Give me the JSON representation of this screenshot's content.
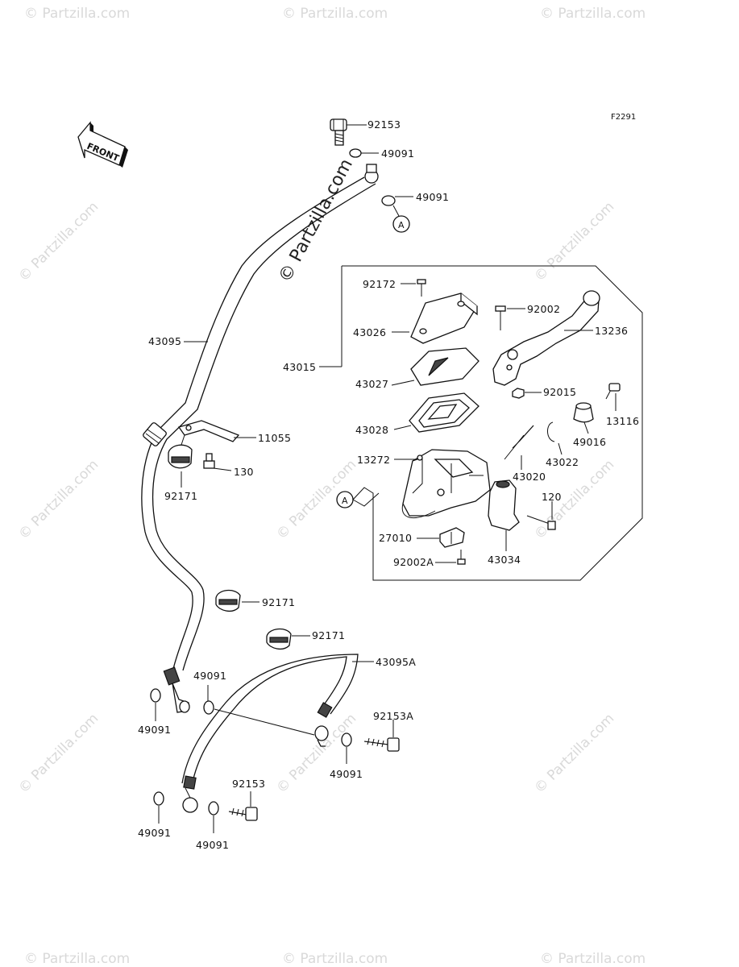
{
  "figure_code": "F2291",
  "front_label": "FRONT",
  "watermark": "© Partzilla.com",
  "watermark_center": "© Partzilla.com",
  "callout_marker": "A",
  "labels": {
    "p92153_top": "92153",
    "p49091_a": "49091",
    "p49091_b": "49091",
    "p43095": "43095",
    "p43015": "43015",
    "p92172": "92172",
    "p43026": "43026",
    "p43027": "43027",
    "p43028": "43028",
    "p13272": "13272",
    "p27010": "27010",
    "p92002A": "92002A",
    "p92002": "92002",
    "p13236": "13236",
    "p92015": "92015",
    "p13116": "13116",
    "p49016": "49016",
    "p43022": "43022",
    "p43020": "43020",
    "p120": "120",
    "p43034": "43034",
    "p11055": "11055",
    "p130": "130",
    "p92171_a": "92171",
    "p92171_b": "92171",
    "p92171_c": "92171",
    "p43095A": "43095A",
    "p49091_c": "49091",
    "p49091_d": "49091",
    "p92153A": "92153A",
    "p49091_e": "49091",
    "p92153_bot": "92153",
    "p49091_f": "49091",
    "p49091_g": "49091"
  }
}
